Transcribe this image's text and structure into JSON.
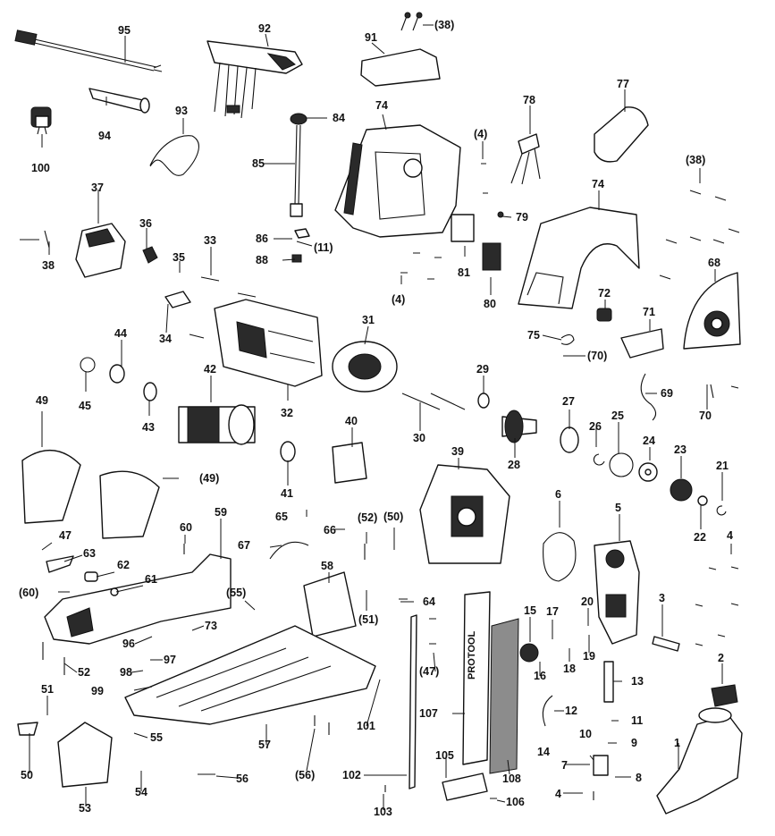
{
  "labels": {
    "l95": "95",
    "l92": "92",
    "l91": "91",
    "l38a": "(38)",
    "l77": "77",
    "l78": "78",
    "l94": "94",
    "l100": "100",
    "l93": "93",
    "l84": "84",
    "l74a": "74",
    "l4a": "(4)",
    "l85": "85",
    "l38b": "(38)",
    "l37": "37",
    "l38c": "38",
    "l36": "36",
    "l35": "35",
    "l33": "33",
    "l86": "86",
    "l11a": "(11)",
    "l88": "88",
    "l79": "79",
    "l74b": "74",
    "l68": "68",
    "l81": "81",
    "l4b": "(4)",
    "l80": "80",
    "l72": "72",
    "l71": "71",
    "l34": "34",
    "l31": "31",
    "l75": "75",
    "l70a": "(70)",
    "l44": "44",
    "l45": "45",
    "l42": "42",
    "l43": "43",
    "l32": "32",
    "l29": "29",
    "l69": "69",
    "l70b": "70",
    "l49a": "49",
    "l27": "27",
    "l26": "26",
    "l25": "25",
    "l24": "24",
    "l23": "23",
    "l40": "40",
    "l30": "30",
    "l28": "28",
    "l39": "39",
    "l21": "21",
    "l41": "41",
    "l49b": "(49)",
    "l6": "6",
    "l5": "5",
    "l65": "65",
    "l66": "66",
    "l52a": "(52)",
    "l50a": "(50)",
    "l22": "22",
    "l4c": "4",
    "l60": "60",
    "l59": "59",
    "l47a": "47",
    "l67": "67",
    "l63": "63",
    "l62": "62",
    "l58": "58",
    "l60b": "(60)",
    "l61": "61",
    "l55a": "(55)",
    "l51a": "(51)",
    "l64": "64",
    "l15": "15",
    "l17": "17",
    "l20": "20",
    "l3": "3",
    "l73": "73",
    "l96": "96",
    "l97": "97",
    "l98": "98",
    "l16": "16",
    "l18": "18",
    "l19": "19",
    "l52b": "52",
    "l47b": "(47)",
    "l2": "2",
    "l13": "13",
    "l99": "99",
    "l51b": "51",
    "l101": "101",
    "l107": "107",
    "l12": "12",
    "l11b": "11",
    "l10": "10",
    "l9": "9",
    "l55b": "55",
    "l57": "57",
    "l14": "14",
    "l1": "1",
    "l50b": "50",
    "l56a": "(56)",
    "l102": "102",
    "l105": "105",
    "l108": "108",
    "l7": "7",
    "l8": "8",
    "l53": "53",
    "l54": "54",
    "l56b": "56",
    "l103": "103",
    "l106": "106",
    "l4d": "4"
  },
  "rail_brand": "PROTOOL",
  "icons": [
    "cable-icon",
    "plug-icon",
    "handle-icon",
    "motor-housing-icon",
    "gear-icon",
    "bearing-icon",
    "screw-icon",
    "blade-guide-icon",
    "chain-bar-icon",
    "oil-tank-icon"
  ]
}
